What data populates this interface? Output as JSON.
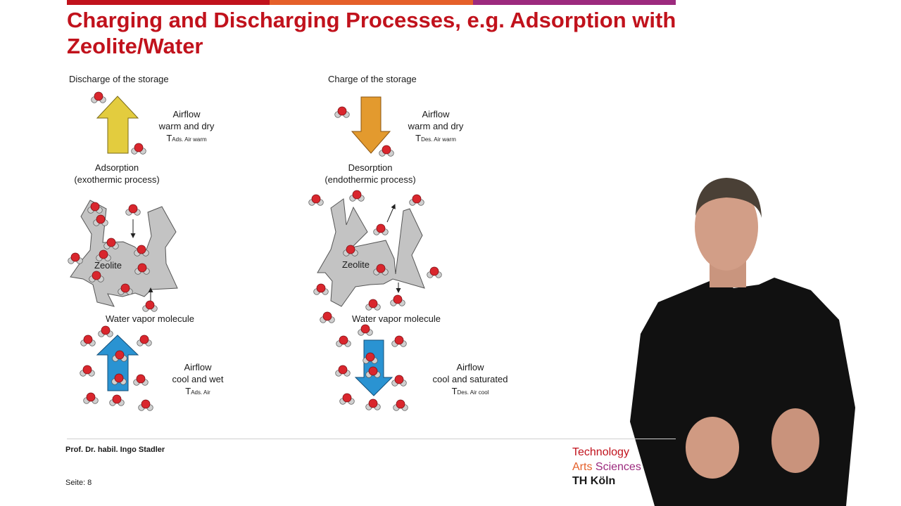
{
  "header": {
    "title": "Charging and Discharging Processes, e.g.  Adsorption with Zeolite/Water",
    "bar_colors": [
      "#c1121c",
      "#e5602a",
      "#9c2a7e"
    ]
  },
  "left": {
    "heading": "Discharge of the storage",
    "top_airflow": {
      "line1": "Airflow",
      "line2": "warm and dry",
      "t": "T",
      "sub": "Ads. Air warm"
    },
    "process": {
      "line1": "Adsorption",
      "line2": "(exothermic process)"
    },
    "zeolite": "Zeolite",
    "water": "Water vapor molecule",
    "bottom_airflow": {
      "line1": "Airflow",
      "line2": "cool and wet",
      "t": "T",
      "sub": "Ads. Air"
    },
    "top_arrow_color": "#e3cc3e",
    "bottom_arrow_color": "#2a93d2"
  },
  "right": {
    "heading": "Charge of the storage",
    "top_airflow": {
      "line1": "Airflow",
      "line2": "warm and dry",
      "t": "T",
      "sub": "Des. Air warm"
    },
    "process": {
      "line1": "Desorption",
      "line2": "(endothermic process)"
    },
    "zeolite": "Zeolite",
    "water": "Water vapor molecule",
    "bottom_airflow": {
      "line1": "Airflow",
      "line2": "cool and saturated",
      "t": "T",
      "sub": "Des.  Air cool"
    },
    "top_arrow_color": "#e39a2e",
    "bottom_arrow_color": "#2a93d2"
  },
  "footer": {
    "author": "Prof. Dr. habil. Ingo Stadler",
    "page": "Seite: 8",
    "logo": {
      "line1": "Technology",
      "line2a": "Arts",
      "line2b": "Sciences",
      "line3": "TH Köln"
    }
  },
  "colors": {
    "zeolite": "#c3c3c3",
    "oxygen": "#d9262d",
    "hydrogen": "#cfcfcf",
    "title": "#c1121c"
  }
}
